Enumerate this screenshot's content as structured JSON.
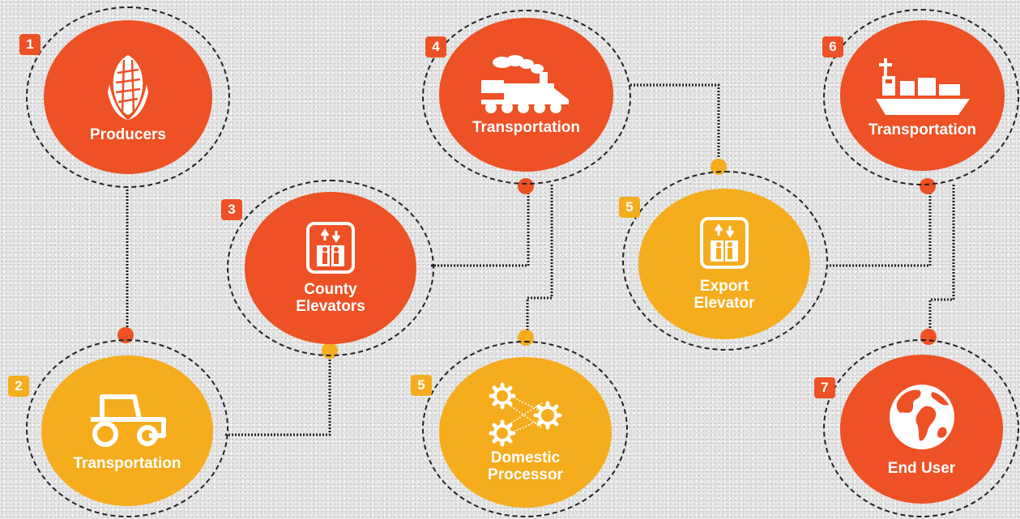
{
  "colors": {
    "red": "#ee5125",
    "yellow": "#f5ad1e",
    "ring": "#222222",
    "background": "#ececec"
  },
  "nodes": [
    {
      "id": "producers",
      "number": "1",
      "label": "Producers",
      "icon": "corn-icon",
      "color": "red"
    },
    {
      "id": "transportation-tractor",
      "number": "2",
      "label": "Transportation",
      "icon": "tractor-icon",
      "color": "yellow"
    },
    {
      "id": "county-elevators",
      "number": "3",
      "label": "County\nElevators",
      "icon": "elevator-icon",
      "color": "red"
    },
    {
      "id": "transportation-train",
      "number": "4",
      "label": "Transportation",
      "icon": "train-icon",
      "color": "red"
    },
    {
      "id": "domestic-processor",
      "number": "5",
      "label": "Domestic\nProcessor",
      "icon": "gears-icon",
      "color": "yellow"
    },
    {
      "id": "export-elevator",
      "number": "5",
      "label": "Export\nElevator",
      "icon": "elevator-icon",
      "color": "yellow"
    },
    {
      "id": "transportation-ship",
      "number": "6",
      "label": "Transportation",
      "icon": "ship-icon",
      "color": "red"
    },
    {
      "id": "end-user",
      "number": "7",
      "label": "End User",
      "icon": "globe-icon",
      "color": "red"
    }
  ],
  "edges": [
    {
      "from": "producers",
      "to": "transportation-tractor"
    },
    {
      "from": "transportation-tractor",
      "to": "county-elevators"
    },
    {
      "from": "county-elevators",
      "to": "transportation-train"
    },
    {
      "from": "transportation-train",
      "to": "domestic-processor"
    },
    {
      "from": "transportation-train",
      "to": "export-elevator"
    },
    {
      "from": "export-elevator",
      "to": "transportation-ship"
    },
    {
      "from": "transportation-ship",
      "to": "end-user"
    }
  ]
}
